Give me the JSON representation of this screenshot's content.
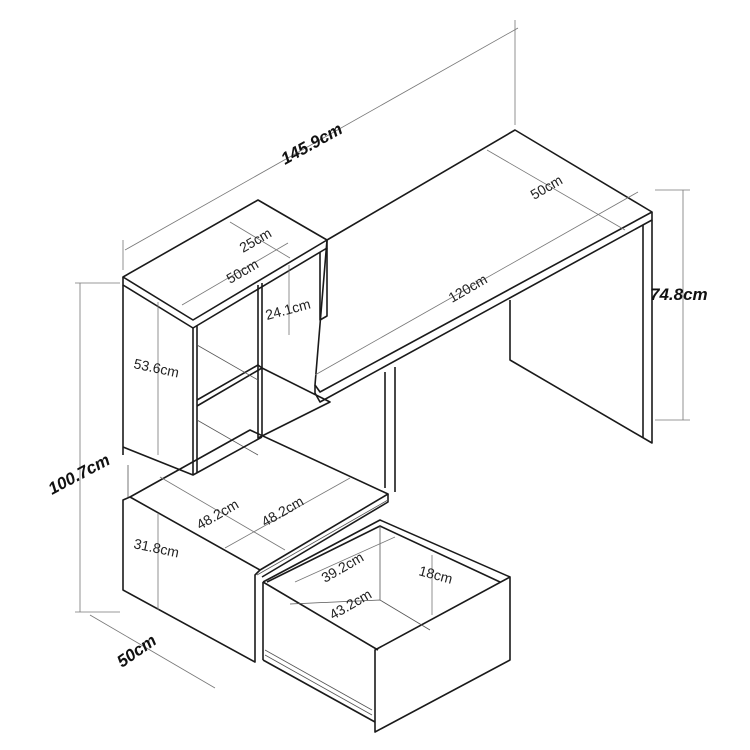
{
  "dimensions": {
    "total_width": "145.9cm",
    "desk_depth": "50cm",
    "desk_height": "74.8cm",
    "desk_top_length": "120cm",
    "shelf_depth": "25cm",
    "shelf_width": "50cm",
    "shelf_compartment_height": "24.1cm",
    "shelf_height": "53.6cm",
    "total_height": "100.7cm",
    "cabinet_top_depth": "48.2cm",
    "cabinet_top_width": "48.2cm",
    "cabinet_height": "31.8cm",
    "drawer_width": "39.2cm",
    "drawer_depth": "43.2cm",
    "drawer_height": "18cm",
    "cabinet_depth": "50cm"
  }
}
